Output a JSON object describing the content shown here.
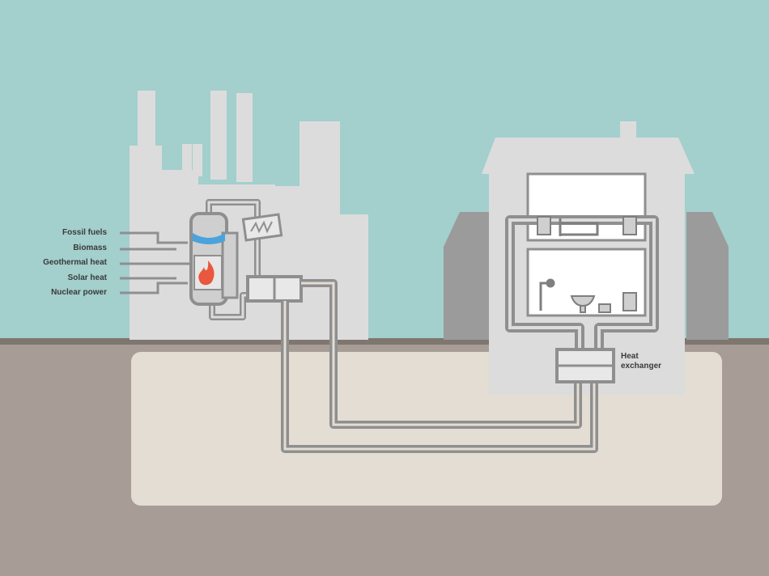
{
  "energy_sources": [
    "Fossil fuels",
    "Biomass",
    "Geothermal heat",
    "Solar heat",
    "Nuclear power"
  ],
  "labels": {
    "heat_exchanger_line1": "Heat",
    "heat_exchanger_line2": "exchanger"
  },
  "colors": {
    "sky": "#a3cfcd",
    "ground": "#a79d96",
    "trench": "#e3ddd3",
    "buildings": "#dcdcdc",
    "neighbor_houses": "#9b9b9b",
    "pipe": "#8f8f8f",
    "water": "#4aa3dc",
    "flame": "#e8573e"
  },
  "icons": [
    "flame-icon",
    "water-level-icon",
    "sink-icon",
    "shower-icon",
    "radiator-icon",
    "bed-icon",
    "toilet-icon"
  ]
}
